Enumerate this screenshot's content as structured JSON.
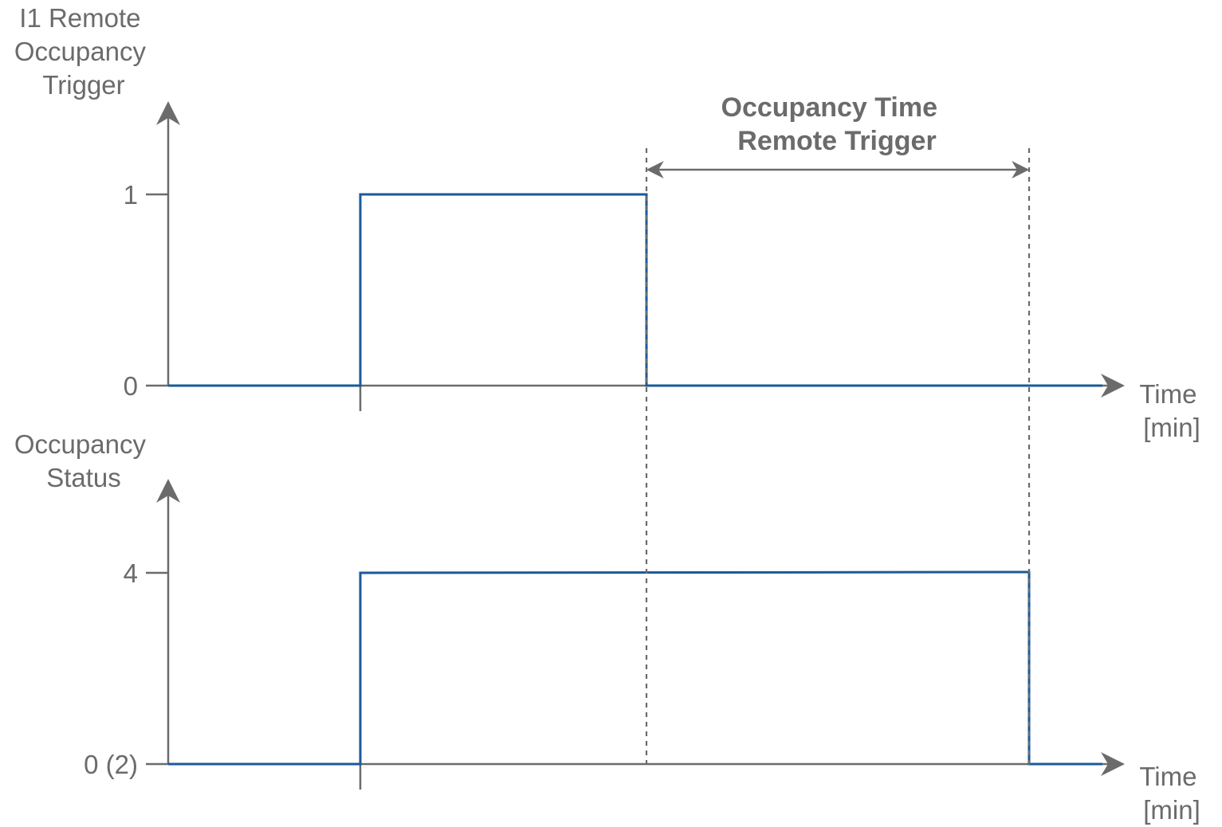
{
  "top_chart": {
    "ylabel_lines": [
      "I1 Remote",
      "Occupancy",
      "Trigger"
    ],
    "xlabel_lines": [
      "Time",
      "[min]"
    ],
    "ytick_labels": [
      "1",
      "0"
    ]
  },
  "bottom_chart": {
    "ylabel_lines": [
      "Occupancy",
      "Status"
    ],
    "xlabel_lines": [
      "Time",
      "[min]"
    ],
    "ytick_labels": [
      "4",
      "0 (2)"
    ]
  },
  "annotation": {
    "lines": [
      "Occupancy Time",
      "Remote Trigger"
    ]
  },
  "colors": {
    "signal": "#1a5a9a",
    "axis": "#6b6b6b",
    "text": "#6b6b6b"
  }
}
